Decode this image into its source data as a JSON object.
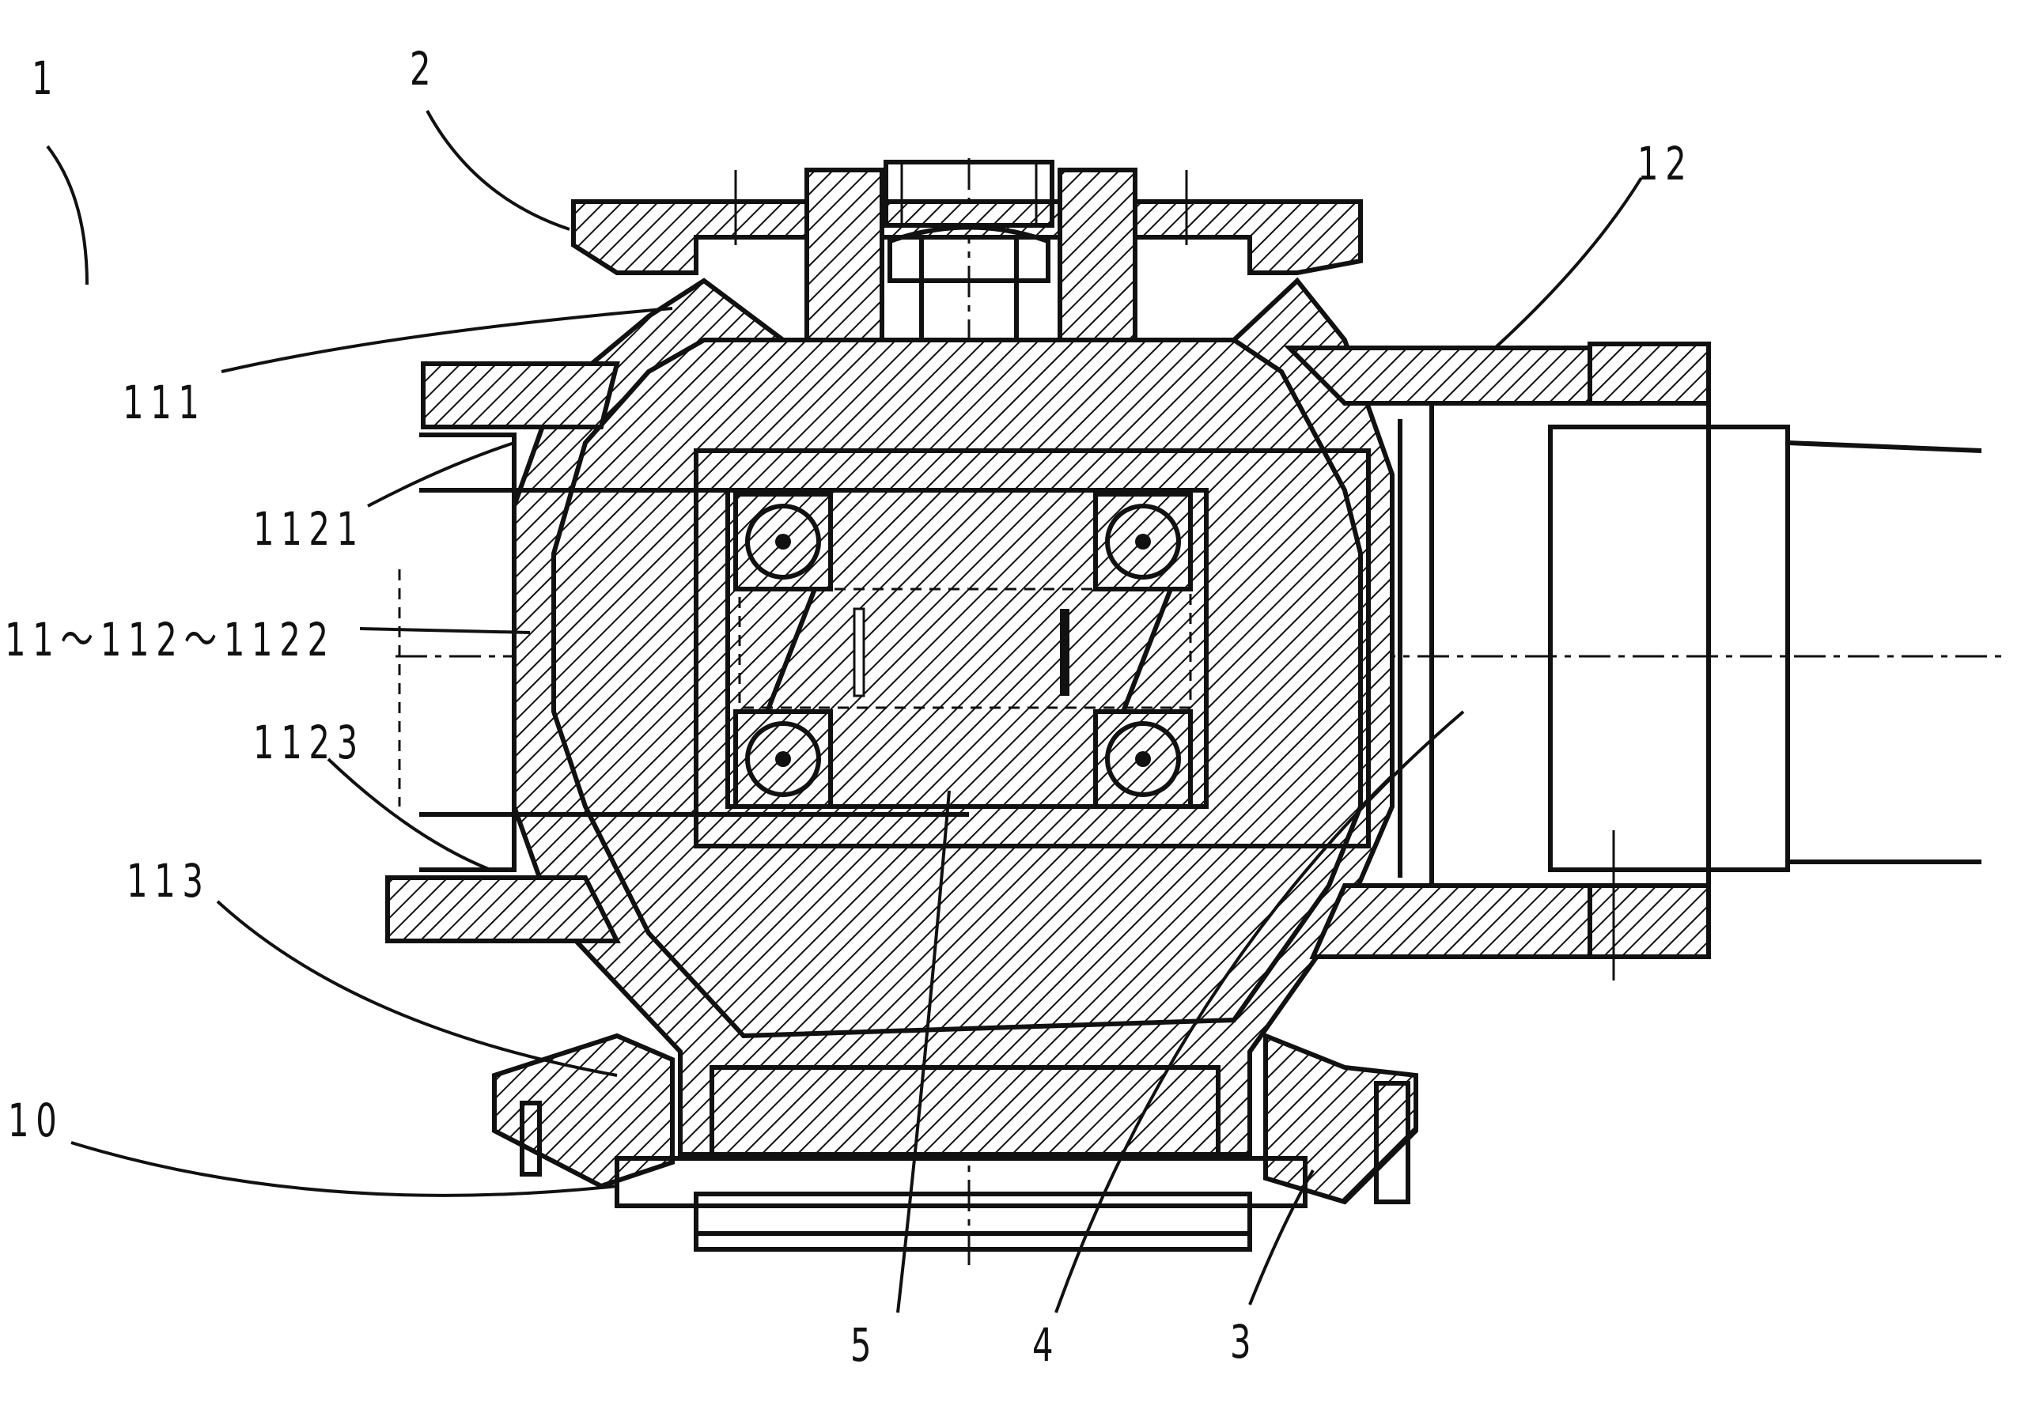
{
  "figure": {
    "labels": [
      {
        "id": "1",
        "text": "1"
      },
      {
        "id": "2",
        "text": "2"
      },
      {
        "id": "12",
        "text": "12"
      },
      {
        "id": "111",
        "text": "111"
      },
      {
        "id": "1121",
        "text": "1121"
      },
      {
        "id": "11-112-1122",
        "text": "11～112～1122"
      },
      {
        "id": "1123",
        "text": "1123"
      },
      {
        "id": "113",
        "text": "113"
      },
      {
        "id": "10",
        "text": "10"
      },
      {
        "id": "5",
        "text": "5"
      },
      {
        "id": "4",
        "text": "4"
      },
      {
        "id": "3",
        "text": "3"
      }
    ]
  }
}
